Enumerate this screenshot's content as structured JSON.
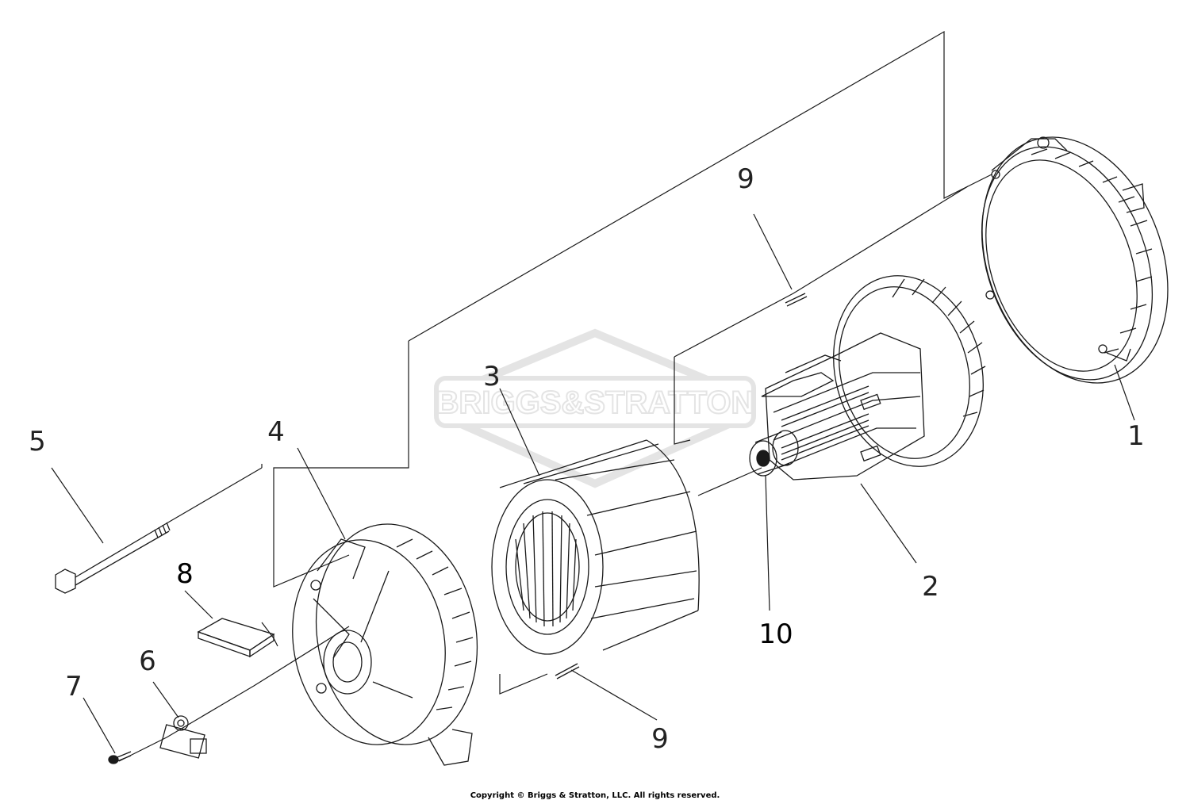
{
  "diagram": {
    "watermark": "BRIGGS&STRATTON",
    "callouts": [
      {
        "id": "1",
        "label": "1"
      },
      {
        "id": "2",
        "label": "2"
      },
      {
        "id": "3",
        "label": "3"
      },
      {
        "id": "4",
        "label": "4"
      },
      {
        "id": "5",
        "label": "5"
      },
      {
        "id": "6",
        "label": "6"
      },
      {
        "id": "7",
        "label": "7"
      },
      {
        "id": "8",
        "label": "8"
      },
      {
        "id": "9a",
        "label": "9"
      },
      {
        "id": "9b",
        "label": "9"
      },
      {
        "id": "10",
        "label": "10"
      }
    ]
  },
  "footer": {
    "copyright": "Copyright © Briggs & Stratton, LLC. All rights reserved."
  },
  "colors": {
    "line": "#1a1a1a",
    "watermark": "#d8d8d8",
    "background": "#ffffff"
  }
}
